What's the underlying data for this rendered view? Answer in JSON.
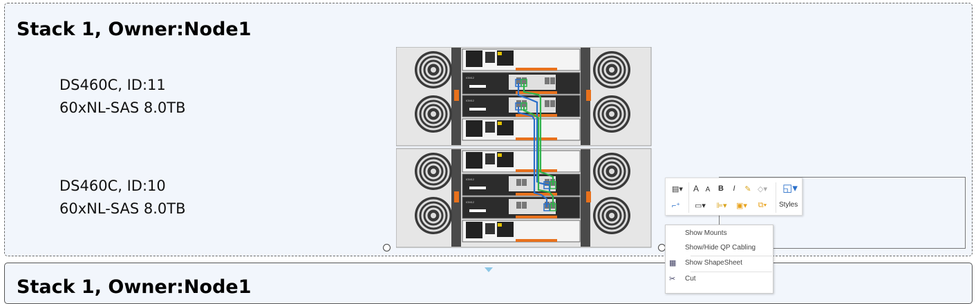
{
  "stacks": [
    {
      "title": "Stack 1, Owner:Node1",
      "shelves": [
        {
          "model": "DS460C, ID:11",
          "drives": "60xNL-SAS 8.0TB"
        },
        {
          "model": "DS460C, ID:10",
          "drives": "60xNL-SAS 8.0TB"
        }
      ]
    },
    {
      "title": "Stack 1, Owner:Node1"
    }
  ],
  "hardware": {
    "module_label": "IOM12",
    "cable_colors": {
      "blue": "#2a6fc9",
      "green": "#2fb24a"
    },
    "latch_color": "#e8711c"
  },
  "mini_toolbar": {
    "buttons": [
      "text-block-icon",
      "increase-font-icon",
      "decrease-font-icon",
      "bold-icon",
      "italic-icon",
      "format-painter-icon",
      "pointer-tool-icon",
      "connector-tool-icon",
      "line-style-icon",
      "align-icon",
      "bring-front-icon",
      "group-icon"
    ],
    "bold": "B",
    "italic": "I",
    "font_up": "A",
    "font_down": "A",
    "styles_label": "Styles"
  },
  "context_menu": {
    "items": [
      {
        "label": "Show Mounts"
      },
      {
        "label": "Show/Hide QP Cabling"
      },
      {
        "label": "Show ShapeSheet",
        "icon": "shapesheet-icon"
      },
      {
        "label": "Cut",
        "icon": "scissors-icon"
      }
    ]
  },
  "colors": {
    "panel_bg": "#f2f6fc",
    "accent": "#8cc7e6"
  }
}
